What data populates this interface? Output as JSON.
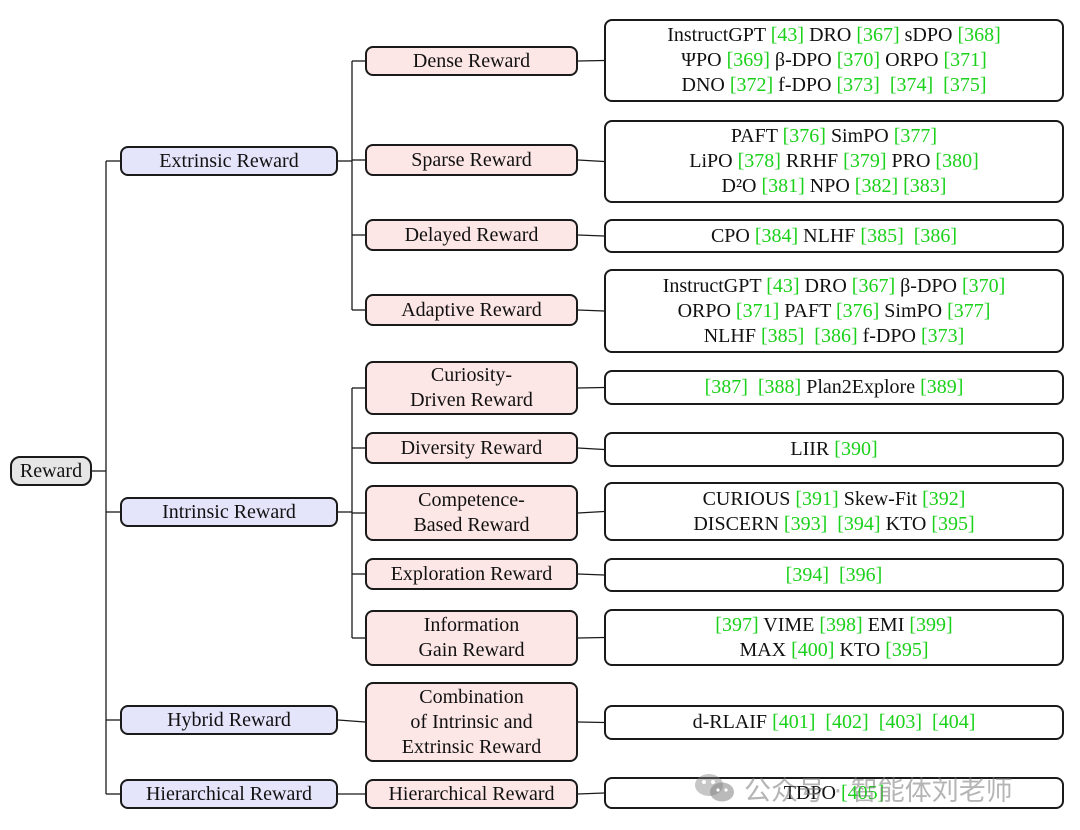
{
  "root": {
    "label": "Reward"
  },
  "categories": [
    {
      "id": "extrinsic",
      "label": "Extrinsic Reward",
      "children": [
        {
          "label_lines": [
            "Dense Reward"
          ],
          "leaf_lines": [
            [
              {
                "t": "InstructGPT "
              },
              {
                "r": "[43]"
              },
              {
                "t": " DRO "
              },
              {
                "r": "[367]"
              },
              {
                "t": " sDPO "
              },
              {
                "r": "[368]"
              }
            ],
            [
              {
                "t": "ΨPO "
              },
              {
                "r": "[369]"
              },
              {
                "t": " β-DPO "
              },
              {
                "r": "[370]"
              },
              {
                "t": " ORPO "
              },
              {
                "r": "[371]"
              }
            ],
            [
              {
                "t": "DNO "
              },
              {
                "r": "[372]"
              },
              {
                "t": " f-DPO "
              },
              {
                "r": "[373]"
              },
              {
                "t": "  "
              },
              {
                "r": "[374]"
              },
              {
                "t": "  "
              },
              {
                "r": "[375]"
              }
            ]
          ]
        },
        {
          "label_lines": [
            "Sparse Reward"
          ],
          "leaf_lines": [
            [
              {
                "t": "PAFT "
              },
              {
                "r": "[376]"
              },
              {
                "t": " SimPO "
              },
              {
                "r": "[377]"
              }
            ],
            [
              {
                "t": "LiPO "
              },
              {
                "r": "[378]"
              },
              {
                "t": " RRHF "
              },
              {
                "r": "[379]"
              },
              {
                "t": " PRO "
              },
              {
                "r": "[380]"
              }
            ],
            [
              {
                "t": "D²O "
              },
              {
                "r": "[381]"
              },
              {
                "t": " NPO "
              },
              {
                "r": "[382]"
              },
              {
                "t": " "
              },
              {
                "r": "[383]"
              }
            ]
          ]
        },
        {
          "label_lines": [
            "Delayed Reward"
          ],
          "leaf_lines": [
            [
              {
                "t": "CPO "
              },
              {
                "r": "[384]"
              },
              {
                "t": " NLHF "
              },
              {
                "r": "[385]"
              },
              {
                "t": "  "
              },
              {
                "r": "[386]"
              }
            ]
          ]
        },
        {
          "label_lines": [
            "Adaptive Reward"
          ],
          "leaf_lines": [
            [
              {
                "t": "InstructGPT "
              },
              {
                "r": "[43]"
              },
              {
                "t": " DRO "
              },
              {
                "r": "[367]"
              },
              {
                "t": " β-DPO "
              },
              {
                "r": "[370]"
              }
            ],
            [
              {
                "t": "ORPO "
              },
              {
                "r": "[371]"
              },
              {
                "t": " PAFT "
              },
              {
                "r": "[376]"
              },
              {
                "t": " SimPO "
              },
              {
                "r": "[377]"
              }
            ],
            [
              {
                "t": "NLHF "
              },
              {
                "r": "[385]"
              },
              {
                "t": "  "
              },
              {
                "r": "[386]"
              },
              {
                "t": " f-DPO "
              },
              {
                "r": "[373]"
              }
            ]
          ]
        }
      ]
    },
    {
      "id": "intrinsic",
      "label": "Intrinsic Reward",
      "children": [
        {
          "label_lines": [
            "Curiosity-",
            "Driven Reward"
          ],
          "leaf_lines": [
            [
              {
                "r": "[387]"
              },
              {
                "t": "  "
              },
              {
                "r": "[388]"
              },
              {
                "t": " Plan2Explore "
              },
              {
                "r": "[389]"
              }
            ]
          ]
        },
        {
          "label_lines": [
            "Diversity Reward"
          ],
          "leaf_lines": [
            [
              {
                "t": "LIIR "
              },
              {
                "r": "[390]"
              }
            ]
          ]
        },
        {
          "label_lines": [
            "Competence-",
            "Based Reward"
          ],
          "leaf_lines": [
            [
              {
                "t": "CURIOUS "
              },
              {
                "r": "[391]"
              },
              {
                "t": " Skew-Fit "
              },
              {
                "r": "[392]"
              }
            ],
            [
              {
                "t": "DISCERN "
              },
              {
                "r": "[393]"
              },
              {
                "t": "  "
              },
              {
                "r": "[394]"
              },
              {
                "t": " KTO "
              },
              {
                "r": "[395]"
              }
            ]
          ]
        },
        {
          "label_lines": [
            "Exploration Reward"
          ],
          "leaf_lines": [
            [
              {
                "r": "[394]"
              },
              {
                "t": "  "
              },
              {
                "r": "[396]"
              }
            ]
          ]
        },
        {
          "label_lines": [
            "Information",
            "Gain Reward"
          ],
          "leaf_lines": [
            [
              {
                "r": "[397]"
              },
              {
                "t": " VIME "
              },
              {
                "r": "[398]"
              },
              {
                "t": " EMI "
              },
              {
                "r": "[399]"
              }
            ],
            [
              {
                "t": "MAX "
              },
              {
                "r": "[400]"
              },
              {
                "t": " KTO "
              },
              {
                "r": "[395]"
              }
            ]
          ]
        }
      ]
    },
    {
      "id": "hybrid",
      "label": "Hybrid Reward",
      "children": [
        {
          "label_lines": [
            "Combination",
            "of Intrinsic and",
            "Extrinsic Reward"
          ],
          "leaf_lines": [
            [
              {
                "t": "d-RLAIF "
              },
              {
                "r": "[401]"
              },
              {
                "t": "  "
              },
              {
                "r": "[402]"
              },
              {
                "t": "  "
              },
              {
                "r": "[403]"
              },
              {
                "t": "  "
              },
              {
                "r": "[404]"
              }
            ]
          ]
        }
      ]
    },
    {
      "id": "hierarchical",
      "label": "Hierarchical Reward",
      "children": [
        {
          "label_lines": [
            "Hierarchical Reward"
          ],
          "leaf_lines": [
            [
              {
                "t": "TDPO "
              },
              {
                "r": "[405]"
              }
            ]
          ]
        }
      ]
    }
  ],
  "colors": {
    "root_fill": "#e6e6e6",
    "category_fill": "#e4e4fb",
    "subcategory_fill": "#fde6e6",
    "leaf_fill": "#ffffff",
    "reference": "#1bd11b",
    "border": "#1a1a1a"
  },
  "watermark": {
    "icon": "wechat-icon",
    "text": "公众号 · 智能体刘老师"
  }
}
